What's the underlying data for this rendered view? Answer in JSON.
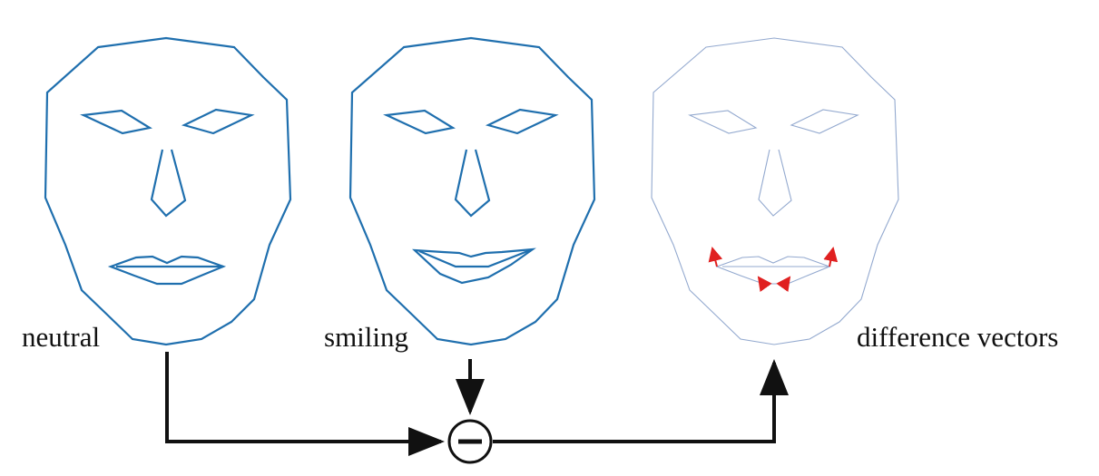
{
  "labels": {
    "neutral": "neutral",
    "smiling": "smiling",
    "difference": "difference vectors"
  },
  "operator": {
    "symbol": "minus"
  },
  "colors": {
    "face_outline": "#1f6fae",
    "difference_outline": "#93a9cf",
    "difference_arrows": "#e02020",
    "flow_arrows": "#111111"
  }
}
